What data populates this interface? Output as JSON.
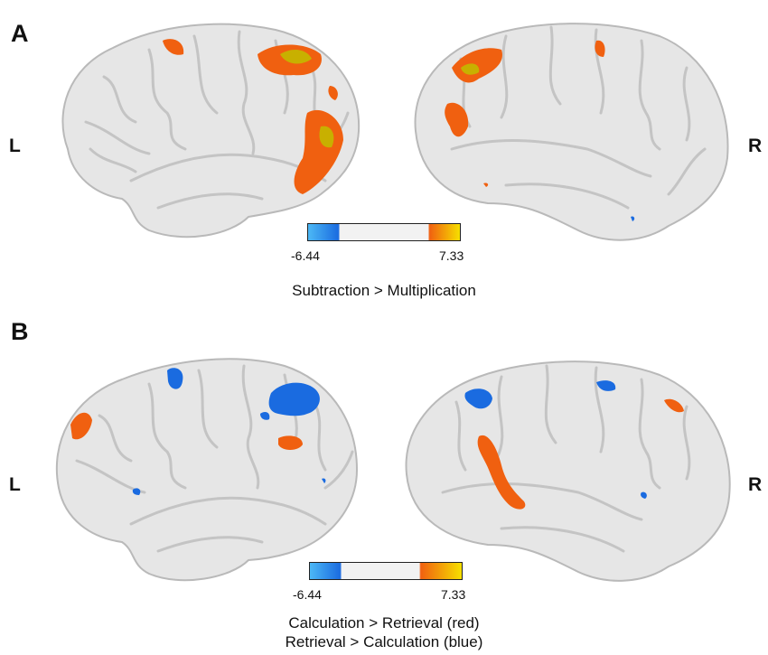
{
  "panels": [
    {
      "letter": "A",
      "left_label": "L",
      "right_label": "R",
      "colorbar": {
        "min_label": "-6.44",
        "max_label": "7.33"
      },
      "caption": [
        "Subtraction > Multiplication"
      ]
    },
    {
      "letter": "B",
      "left_label": "L",
      "right_label": "R",
      "colorbar": {
        "min_label": "-6.44",
        "max_label": "7.33"
      },
      "caption": [
        "Calculation > Retrieval (red)",
        "Retrieval > Calculation (blue)"
      ]
    }
  ],
  "colors": {
    "brain_fill": "#e6e6e6",
    "brain_edge": "#b9b9b9",
    "sulcus": "#c4c4c4",
    "negative_blue": "#1a6be0",
    "negative_light": "#4cb8f5",
    "positive_orange": "#f06010",
    "positive_yellow": "#f6e000"
  }
}
